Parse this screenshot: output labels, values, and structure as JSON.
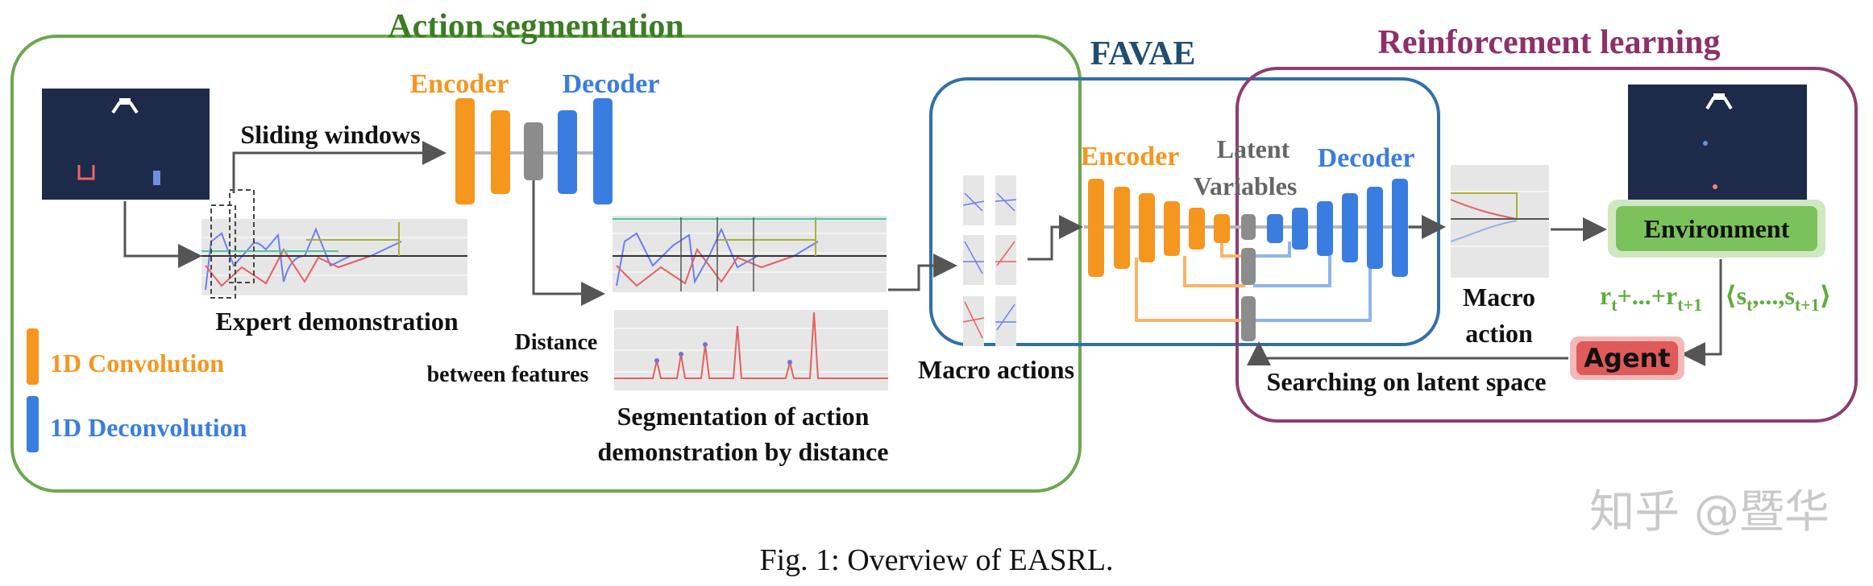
{
  "colors": {
    "green_group": "#6ba84f",
    "blue_group": "#2f6fad",
    "purple_group": "#8e3d6f",
    "encoder": "#f5961e",
    "decoder": "#3a7de0",
    "latent": "#8c8c8c",
    "env_fill": "#7cc25c",
    "agent_fill": "#e05a5a",
    "reward_text": "#5cae3a",
    "dark_frame": "#1d2a4a"
  },
  "sections": {
    "action_segmentation": "Action segmentation",
    "favae": "FAVAE",
    "reinforcement_learning": "Reinforcement learning"
  },
  "left": {
    "sliding_windows": "Sliding windows",
    "encoder": "Encoder",
    "decoder": "Decoder",
    "expert_demonstration": "Expert demonstration",
    "distance_line1": "Distance",
    "distance_line2": "between features",
    "segmentation_line1": "Segmentation of action",
    "segmentation_line2": "demonstration by distance"
  },
  "legend": {
    "conv": "1D Convolution",
    "deconv": "1D Deconvolution"
  },
  "middle": {
    "macro_actions": "Macro actions",
    "encoder": "Encoder",
    "latent_line1": "Latent",
    "latent_line2": "Variables",
    "decoder": "Decoder",
    "macro_action_line1": "Macro",
    "macro_action_line2": "action",
    "searching": "Searching on latent space"
  },
  "rl": {
    "environment": "Environment",
    "agent": "Agent",
    "r_start": "r",
    "sub_t": "t",
    "plus_dots": "+...+r",
    "sub_t1": "t+1",
    "angle_open": "⟨s",
    "comma_dots": ",...,s",
    "angle_close": "⟩"
  },
  "watermark": "知乎 @暨华",
  "caption": "Fig. 1: Overview of EASRL.",
  "icons": [
    "game-screen-icon",
    "arrow-icon"
  ]
}
